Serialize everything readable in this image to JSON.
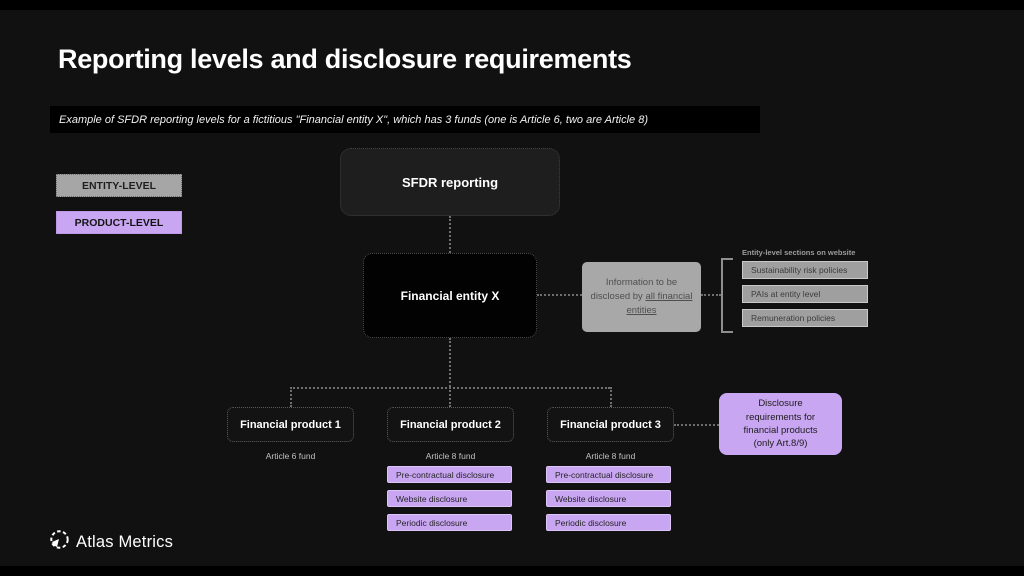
{
  "slide": {
    "title": "Reporting levels and disclosure requirements",
    "subtitle": "Example of SFDR reporting levels for a fictitious \"Financial entity X\", which has 3 funds (one is Article 6, two are Article 8)"
  },
  "legend": {
    "entity_level": "ENTITY-LEVEL",
    "product_level": "PRODUCT-LEVEL"
  },
  "diagram": {
    "root": "SFDR reporting",
    "entity": "Financial entity X",
    "info_note": {
      "text": "Information to be disclosed by ",
      "underlined": "all financial entities"
    },
    "website_section": {
      "label": "Entity-level sections on website",
      "items": [
        "Sustainability risk policies",
        "PAIs at entity level",
        "Remuneration policies"
      ]
    },
    "products": [
      {
        "name": "Financial product 1",
        "fund": "Article 6 fund",
        "disclosures": []
      },
      {
        "name": "Financial product 2",
        "fund": "Article 8 fund",
        "disclosures": [
          "Pre-contractual disclosure",
          "Website disclosure",
          "Periodic disclosure"
        ]
      },
      {
        "name": "Financial product 3",
        "fund": "Article 8 fund",
        "disclosures": [
          "Pre-contractual disclosure",
          "Website disclosure",
          "Periodic disclosure"
        ]
      }
    ],
    "product_note": "Disclosure\nrequirements for\nfinancial products\n(only Art.8/9)"
  },
  "footer": {
    "logo_text": "Atlas Metrics"
  },
  "colors": {
    "background": "#111112",
    "purple": "#c9a6f2",
    "gray": "#a6a6a6",
    "black_box": "#020202",
    "dark_box": "#1e1e1f"
  }
}
